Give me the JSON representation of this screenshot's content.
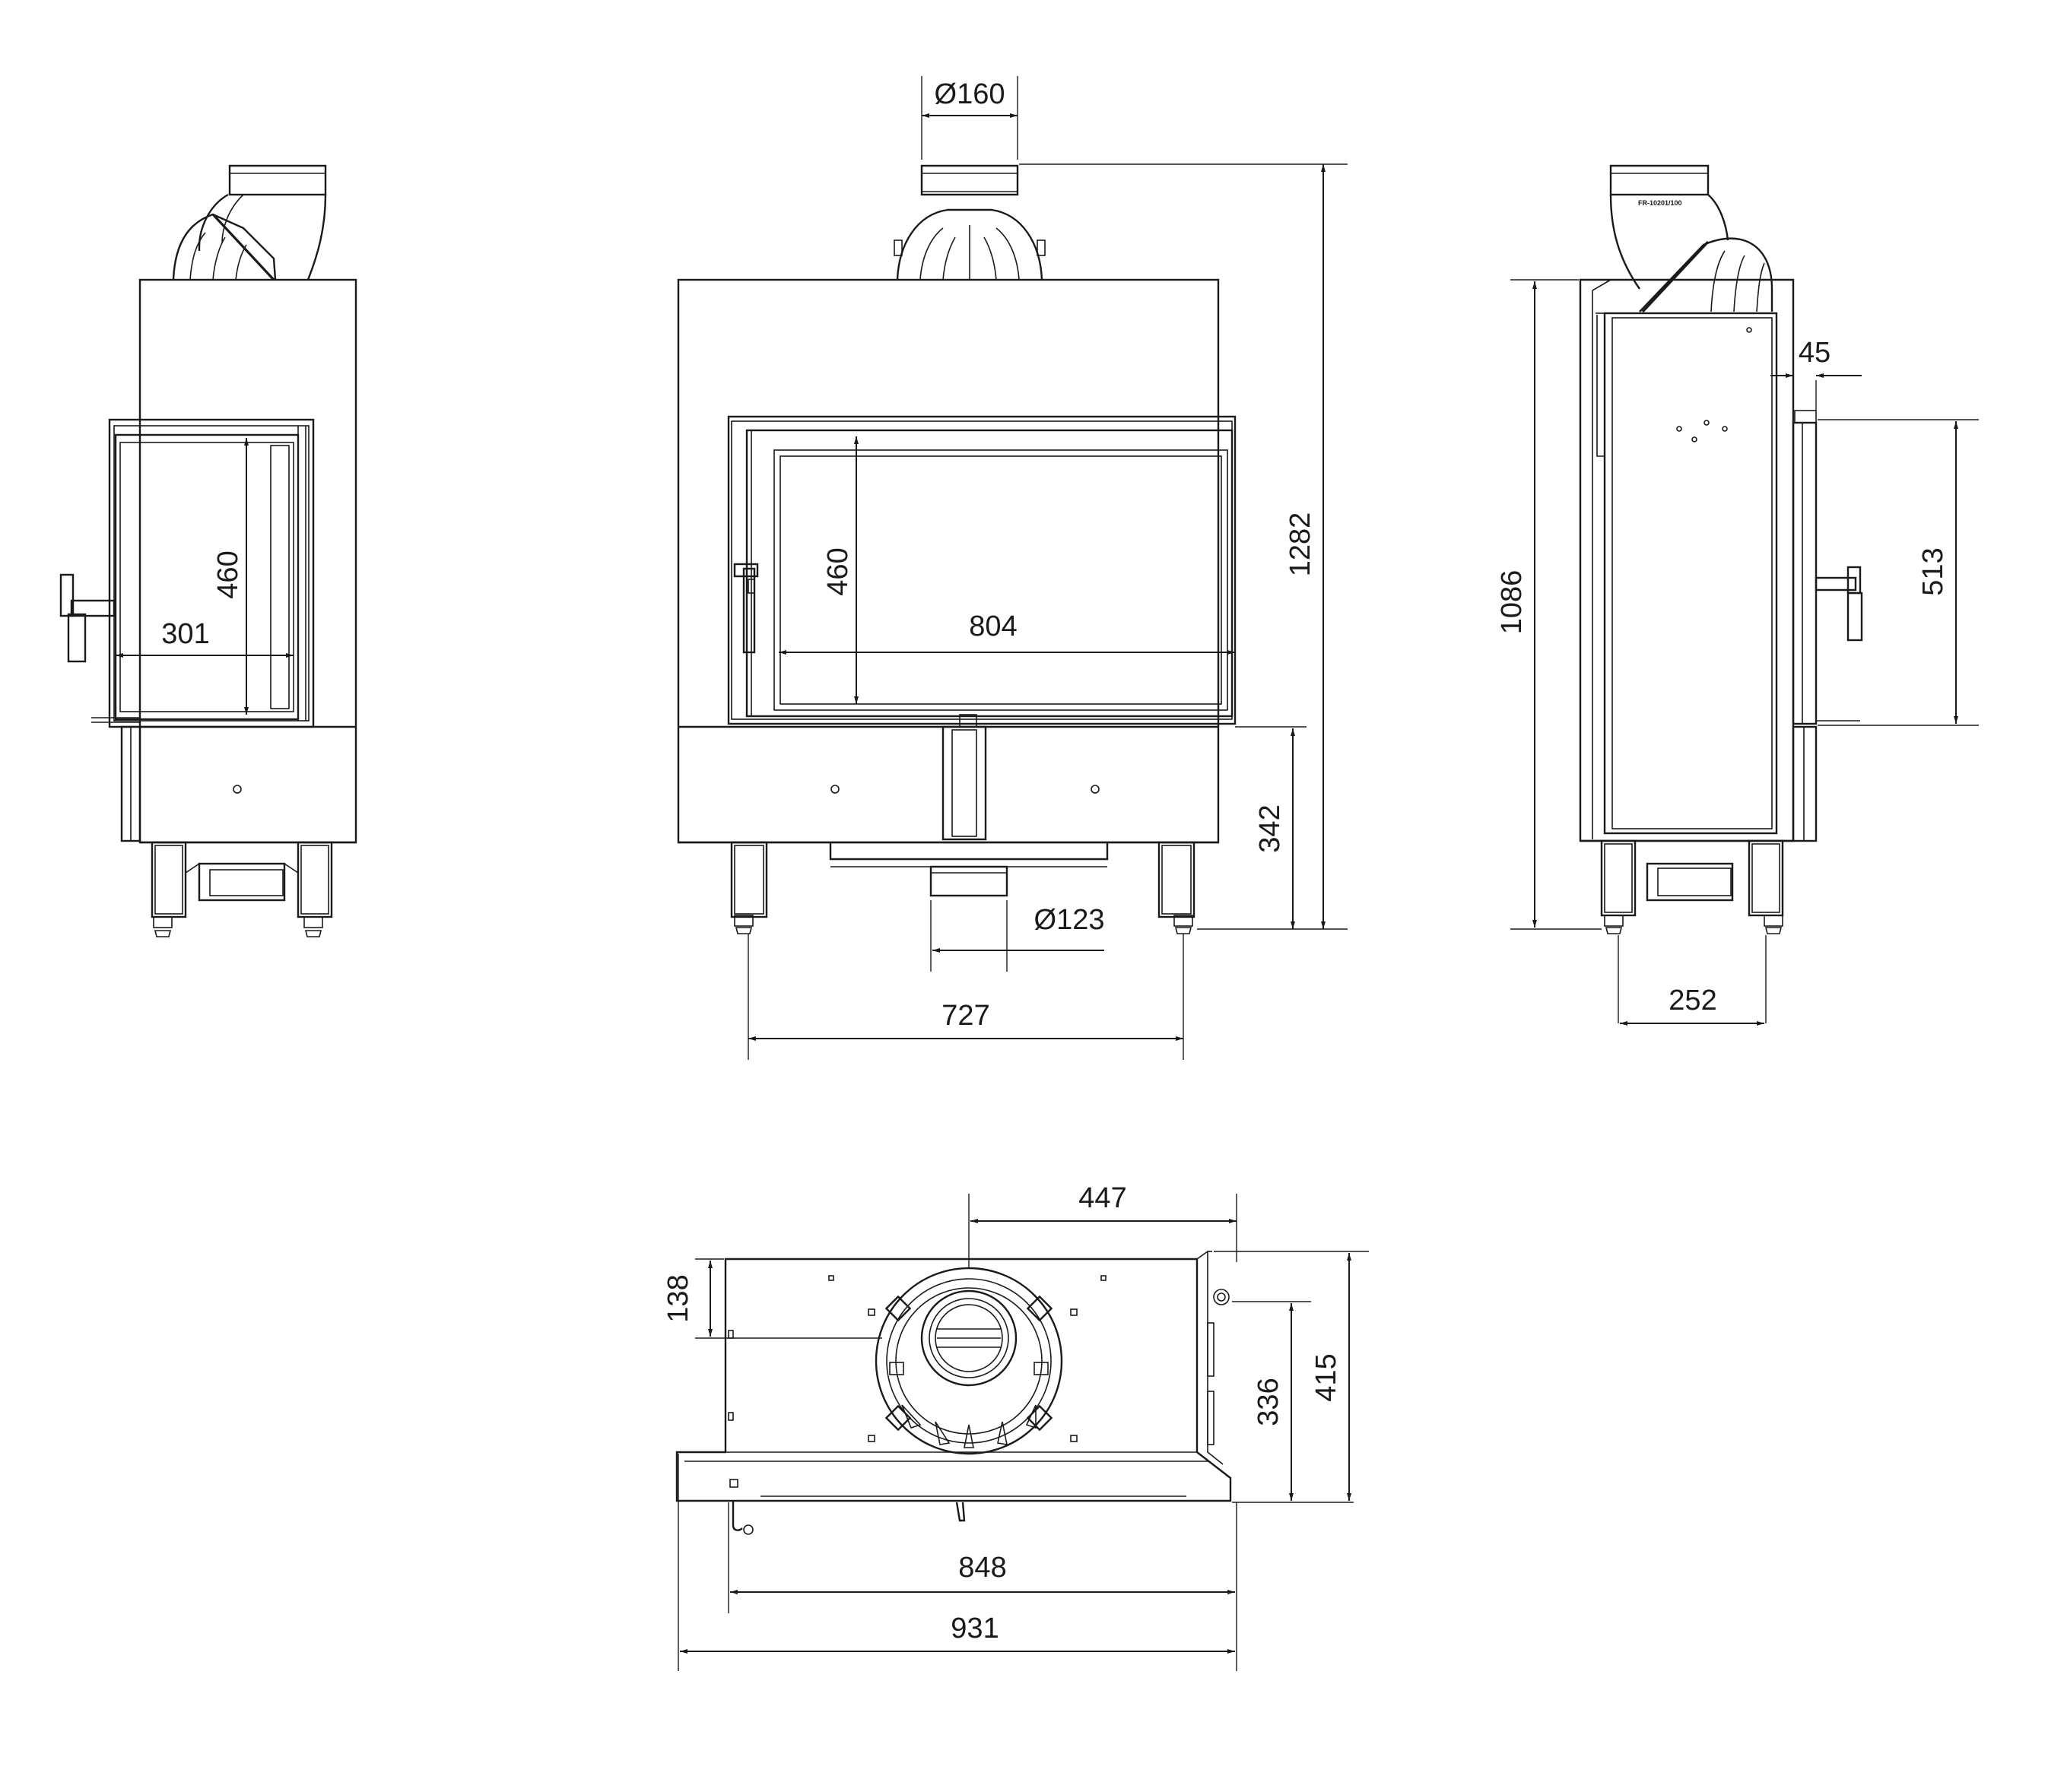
{
  "dimensions": {
    "flue_diameter_top": "Ø160",
    "total_height": "1282",
    "glass_height_side": "460",
    "glass_width_side": "301",
    "glass_height_front": "460",
    "glass_width_front": "804",
    "glass_base_height": "342",
    "air_inlet_diameter": "Ø123",
    "leg_spacing_front": "727",
    "body_height_side": "1086",
    "frame_offset": "45",
    "door_height_side": "513",
    "leg_spacing_side": "252",
    "flue_offset_x": "447",
    "flue_offset_y": "138",
    "depth_inner": "336",
    "depth_total": "415",
    "width_inner": "848",
    "width_total": "931"
  },
  "labels": {
    "plate_text": "FR-10201/100"
  }
}
